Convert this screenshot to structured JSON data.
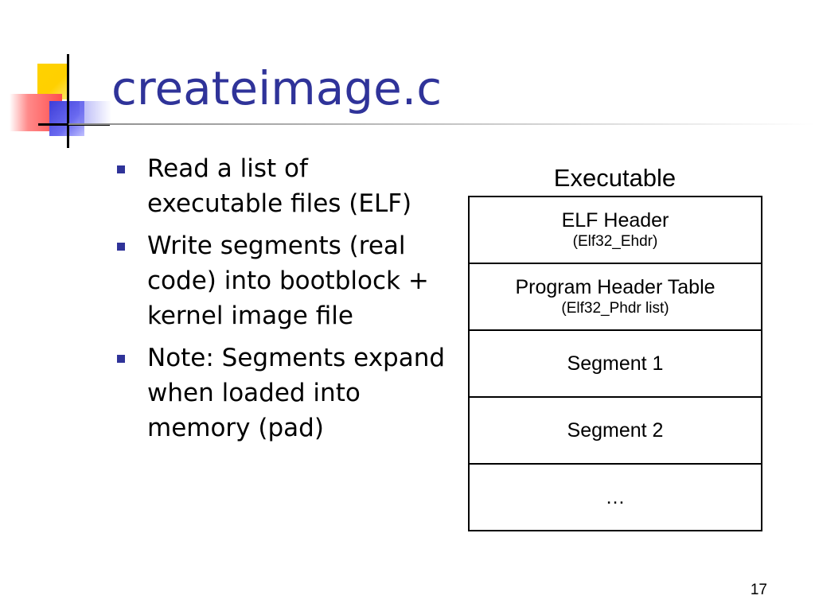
{
  "slide": {
    "title": "createimage.c",
    "bullets": [
      {
        "text": "Read a list of executable files (ELF)"
      },
      {
        "text": "Write segments (real code) into bootblock + kernel image file"
      },
      {
        "text": "Note: Segments expand when loaded into memory (pad)"
      }
    ],
    "diagram": {
      "label": "Executable",
      "sections": [
        {
          "main": "ELF Header",
          "sub": "(Elf32_Ehdr)"
        },
        {
          "main": "Program Header Table",
          "sub": "(Elf32_Phdr list)"
        },
        {
          "main": "Segment 1",
          "sub": ""
        },
        {
          "main": "Segment 2",
          "sub": ""
        },
        {
          "main": "…",
          "sub": ""
        }
      ]
    },
    "page_number": "17"
  },
  "colors": {
    "title": "#2f3399",
    "bullet_marker": "#2f3399",
    "logo_yellow": "#ffd200",
    "logo_red": "#ff4d4d",
    "logo_blue": "#3d3dd8"
  },
  "icons": {
    "logo": "slide-template-squares-logo",
    "bullet": "square-bullet-icon"
  }
}
